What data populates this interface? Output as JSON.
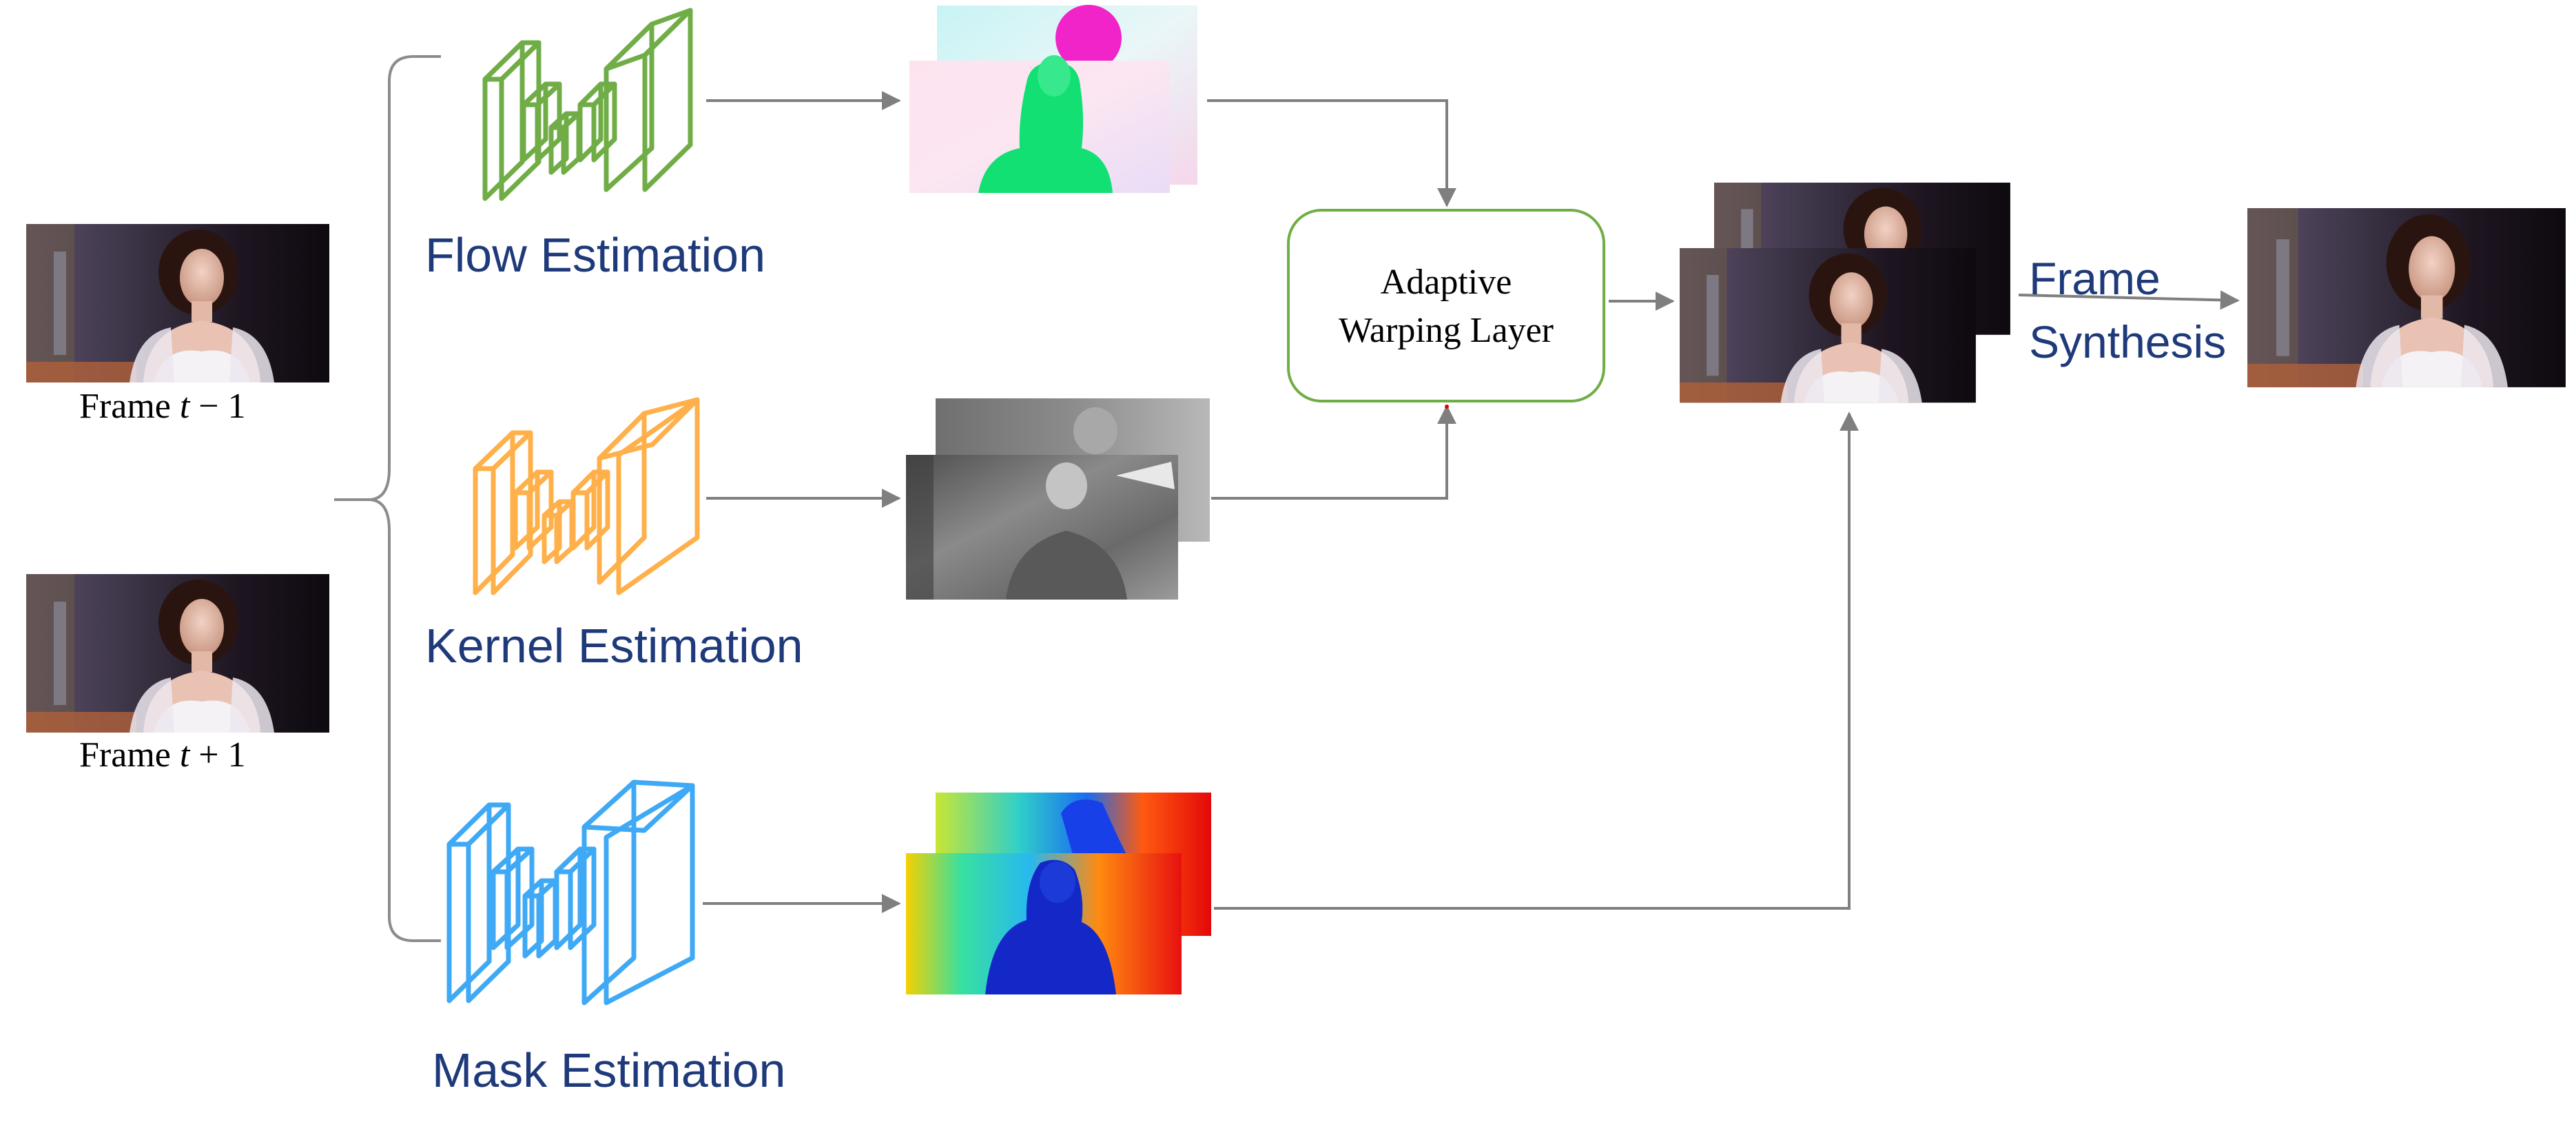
{
  "frames": {
    "prev_caption_prefix": "Frame",
    "prev_caption_var": "t",
    "prev_caption_suffix": "− 1",
    "next_caption_prefix": "Frame",
    "next_caption_var": "t",
    "next_caption_suffix": "+ 1"
  },
  "modules": {
    "flow": "Flow Estimation",
    "kernel": "Kernel Estimation",
    "mask": "Mask Estimation"
  },
  "warping_box": {
    "line1": "Adaptive",
    "line2": "Warping Layer"
  },
  "synthesis": {
    "line1": "Frame",
    "line2": "Synthesis"
  },
  "colors": {
    "flow_net": "#70ad47",
    "kernel_net": "#ffb04a",
    "mask_net": "#3fa9f5",
    "arrow": "#7f7f7f",
    "box_border": "#70ad47",
    "title_text": "#1f3a7a"
  },
  "icons": {
    "network": "encoder-decoder-network-icon",
    "frame": "video-frame-thumbnail",
    "flow_map": "optical-flow-map",
    "kernel_map": "kernel-map",
    "mask_map": "occlusion-mask-map"
  }
}
